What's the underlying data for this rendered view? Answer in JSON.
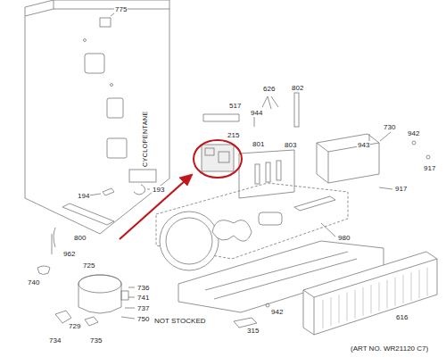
{
  "diagram": {
    "labels": [
      "775",
      "517",
      "944",
      "626",
      "802",
      "215",
      "801",
      "803",
      "730",
      "943",
      "942",
      "917",
      "917",
      "194",
      "193",
      "800",
      "980",
      "962",
      "725",
      "740",
      "736",
      "741",
      "737",
      "750",
      "734",
      "729",
      "735",
      "942",
      "NOT STOCKED",
      "315",
      "616",
      "(ART NO. WR21120 C7)",
      "CYCLOPENTANE"
    ]
  }
}
